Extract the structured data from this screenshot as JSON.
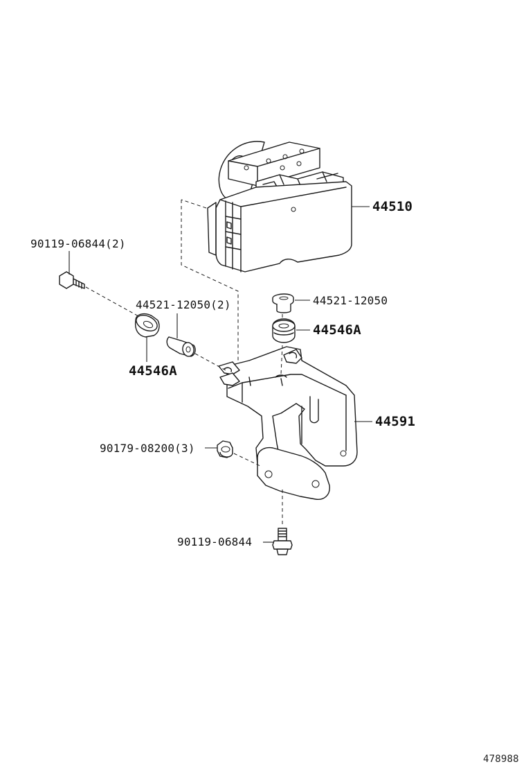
{
  "diagram": {
    "figure_id": "478988",
    "parts": {
      "abs_actuator": {
        "number": "44510"
      },
      "bracket": {
        "number": "44591"
      },
      "grommet_left": {
        "number": "44546A"
      },
      "grommet_right": {
        "number": "44546A"
      },
      "collar_left": {
        "number": "44521-12050",
        "quantity": "(2)"
      },
      "collar_right": {
        "number": "44521-12050"
      },
      "bolt_top_left": {
        "number": "90119-06844",
        "quantity": "(2)"
      },
      "bolt_bottom": {
        "number": "90119-06844"
      },
      "nut": {
        "number": "90179-08200",
        "quantity": "(3)"
      }
    }
  }
}
